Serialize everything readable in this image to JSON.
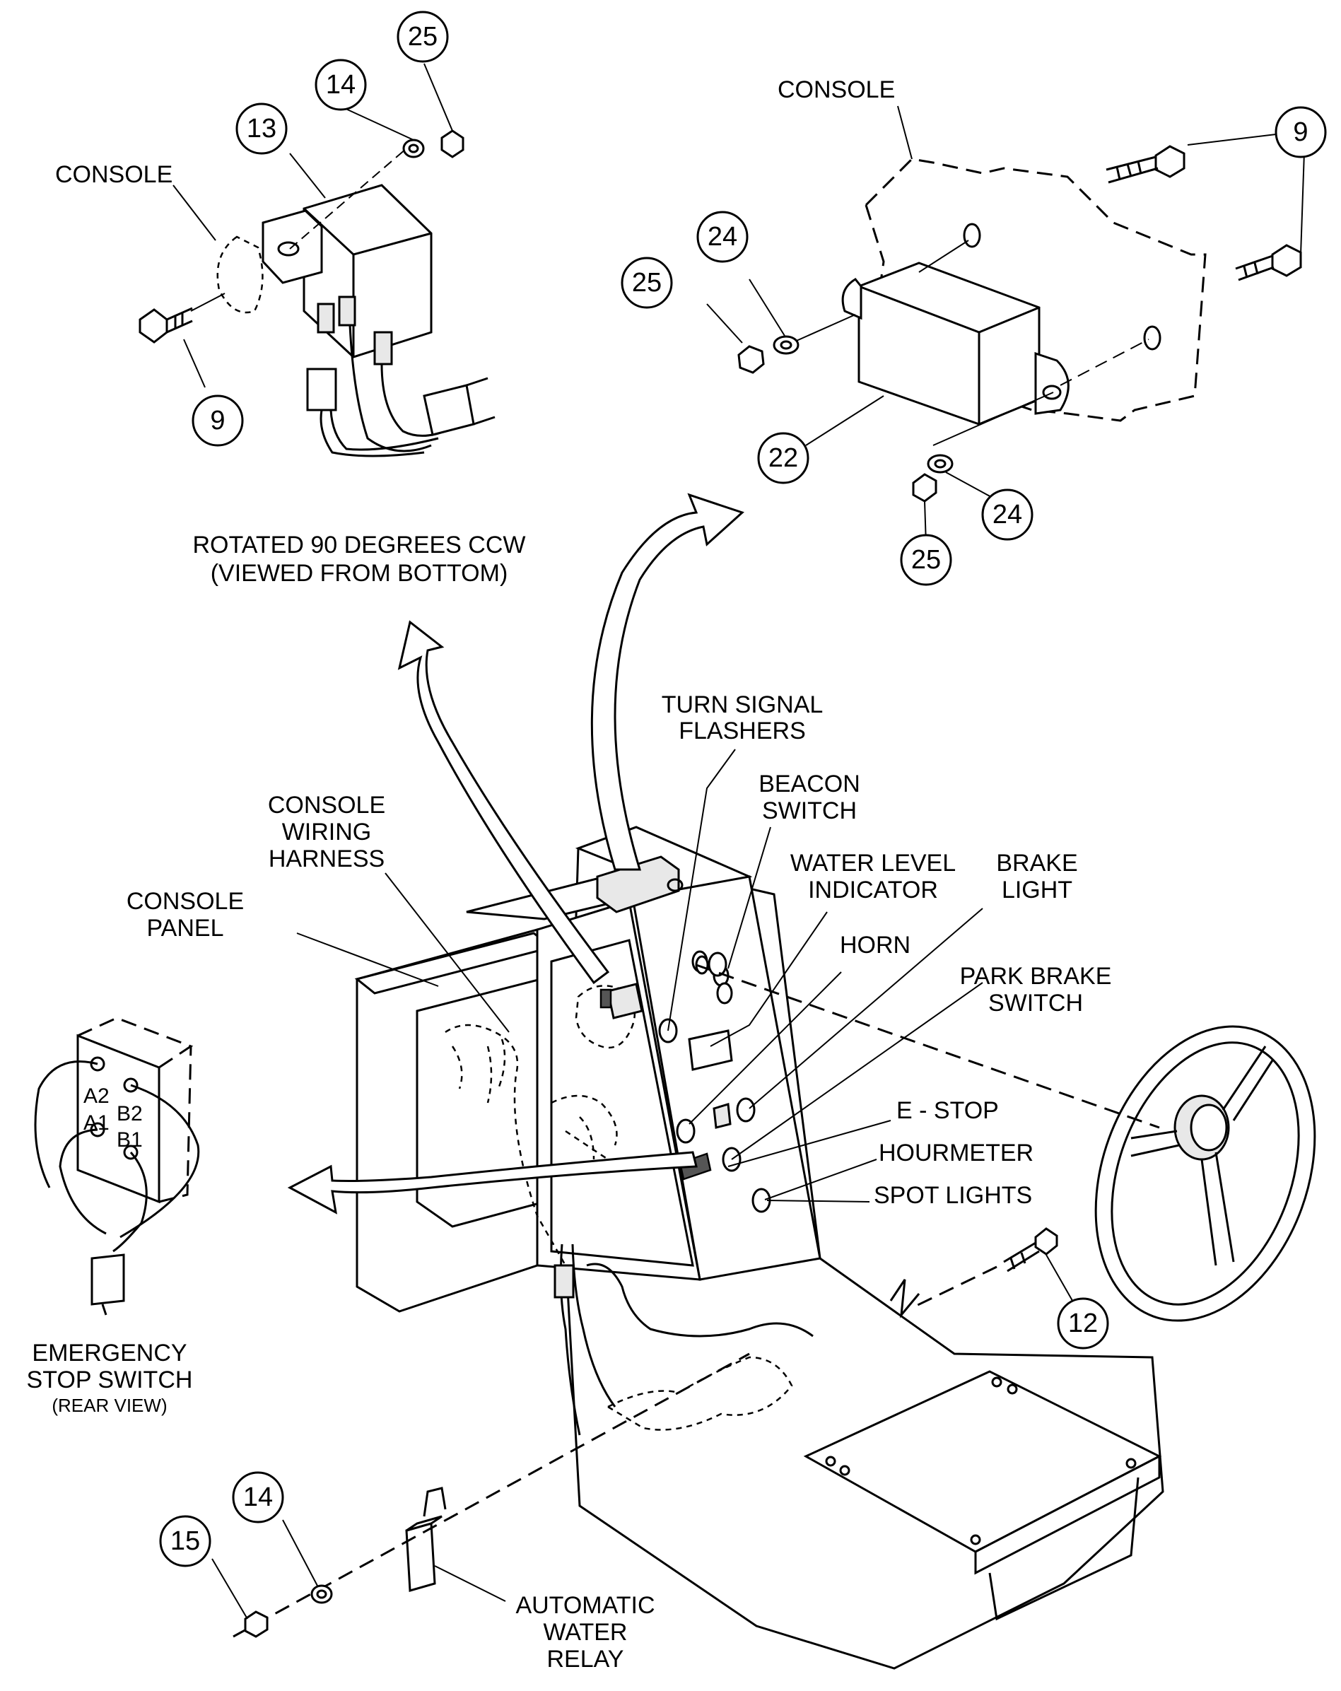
{
  "labels": {
    "console_top_left": "CONSOLE",
    "console_top_right": "CONSOLE",
    "rotated_line1": "ROTATED 90 DEGREES CCW",
    "rotated_line2": "(VIEWED FROM BOTTOM)",
    "turn_signal_1": "TURN SIGNAL",
    "turn_signal_2": "FLASHERS",
    "beacon_1": "BEACON",
    "beacon_2": "SWITCH",
    "water_level_1": "WATER LEVEL",
    "water_level_2": "INDICATOR",
    "brake_light_1": "BRAKE",
    "brake_light_2": "LIGHT",
    "horn": "HORN",
    "park_brake_1": "PARK BRAKE",
    "park_brake_2": "SWITCH",
    "console_wiring_1": "CONSOLE",
    "console_wiring_2": "WIRING",
    "console_wiring_3": "HARNESS",
    "console_panel_1": "CONSOLE",
    "console_panel_2": "PANEL",
    "e_stop": "E - STOP",
    "hourmeter": "HOURMETER",
    "spot_lights": "SPOT LIGHTS",
    "emergency_1": "EMERGENCY",
    "emergency_2": "STOP SWITCH",
    "emergency_3": "(REAR VIEW)",
    "auto_relay_1": "AUTOMATIC",
    "auto_relay_2": "WATER",
    "auto_relay_3": "RELAY"
  },
  "terminals": {
    "a2": "A2",
    "a1": "A1",
    "b2": "B2",
    "b1": "B1"
  },
  "callouts": {
    "c25_top": "25",
    "c14_top": "14",
    "c13": "13",
    "c9_left": "9",
    "c9_right": "9",
    "c24_upper": "24",
    "c25_right": "25",
    "c22": "22",
    "c24_lower": "24",
    "c25_lower": "25",
    "c12": "12",
    "c14_bottom": "14",
    "c15": "15"
  }
}
